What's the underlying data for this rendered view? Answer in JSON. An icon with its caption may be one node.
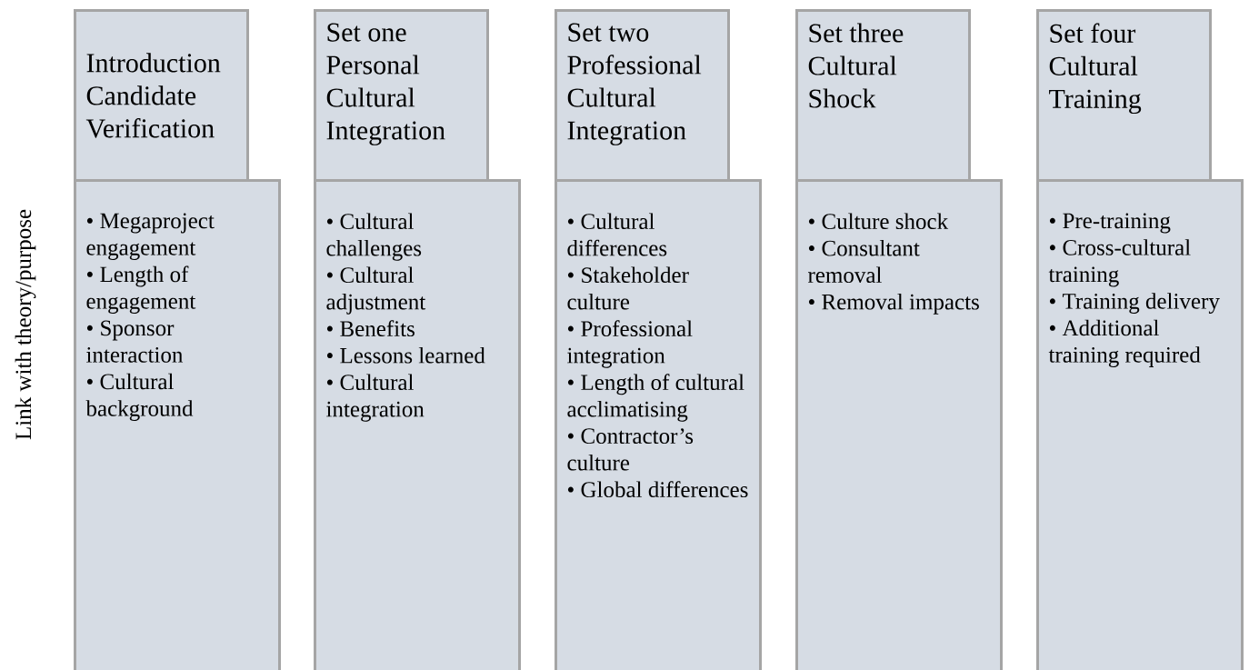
{
  "diagram": {
    "nodes": [
      {
        "text": [
          "Introduction Candidate Verification"
        ]
      },
      {
        "text": [
          "• Megaproject engagement",
          "• Length of engagement",
          "• Sponsor interaction",
          "• Cultural background"
        ]
      },
      {
        "text": [
          "Set one Personal Cultural Integration"
        ]
      },
      {
        "text": [
          "• Cultural challenges",
          "• Cultural adjustment",
          "• Benefits",
          "• Lessons learned",
          "• Cultural integration"
        ]
      },
      {
        "text": [
          "Set two Professional Cultural Integration"
        ]
      },
      {
        "text": [
          "• Cultural differences",
          "• Stakeholder culture",
          "• Professional integration",
          "• Length of cultural acclimatising",
          "• Contractor’s culture",
          "• Global differences"
        ]
      },
      {
        "text": [
          "Set three Cultural Shock"
        ]
      },
      {
        "text": [
          "• Culture shock",
          "• Consultant removal",
          "• Removal impacts"
        ]
      },
      {
        "text": [
          "Set four Cultural Training"
        ]
      },
      {
        "text": [
          "• Pre-training",
          "• Cross-cultural training",
          "• Training delivery",
          "• Additional training required"
        ]
      }
    ],
    "labels": [
      "Link with theory/purpose"
    ]
  }
}
